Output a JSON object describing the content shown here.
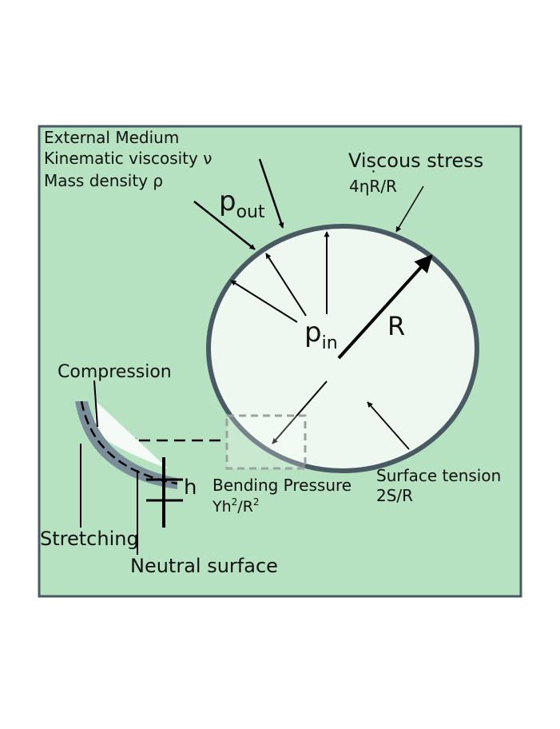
{
  "colors": {
    "panel_fill": "#b6e2c1",
    "panel_border": "#4a5a63",
    "bubble_fill": "#eef8f1",
    "bubble_stroke": "#4a5a63",
    "shell_fill": "#7a8e9a",
    "arrow": "#000000",
    "dashed_box": "#9aa3a0"
  },
  "medium": {
    "line1": "External Medium",
    "line2": "Kinematic viscosity ν",
    "line3": "Mass density ρ"
  },
  "labels": {
    "p_out_base": "p",
    "p_out_sub": "out",
    "p_in_base": "p",
    "p_in_sub": "in",
    "radius": "R",
    "viscous_title": "Viscous stress",
    "viscous_formula_pre": "4η",
    "viscous_formula_R": "R",
    "viscous_formula_post": "/R",
    "viscous_dot": "˙",
    "surface_tension_title": "Surface tension",
    "surface_tension_formula": "2S/R",
    "bending_title": "Bending Pressure",
    "bending_Y": "Yh",
    "bending_exp1": "2",
    "bending_slash": "/R",
    "bending_exp2": "2",
    "compression": "Compression",
    "stretching": "Stretching",
    "neutral_surface": "Neutral surface",
    "thickness": "h"
  }
}
